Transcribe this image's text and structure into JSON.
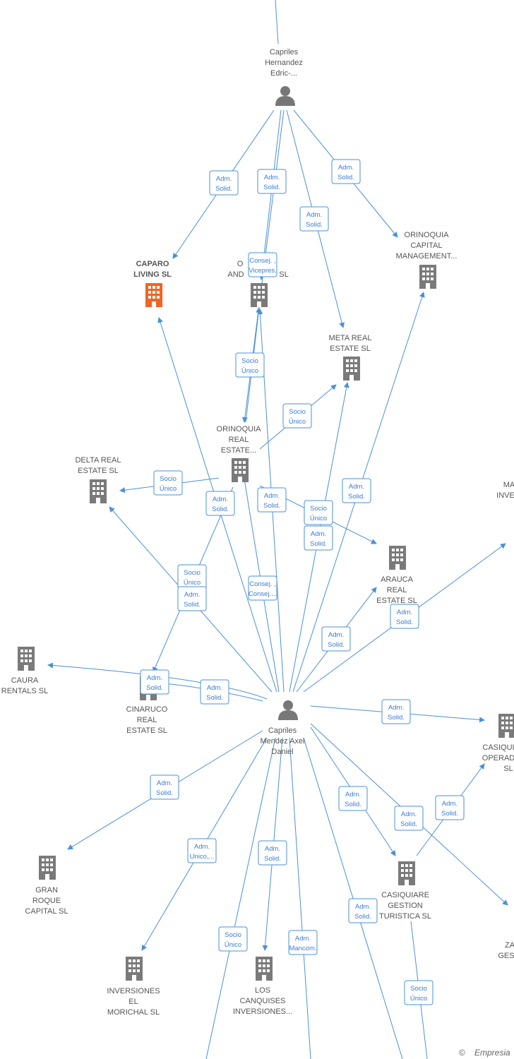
{
  "colors": {
    "edge": "#4a90d9",
    "edge_text": "#3a7bd5",
    "building": "#7a7a7a",
    "building_highlight": "#f26522",
    "person": "#777777",
    "label": "#555555"
  },
  "nodes": {
    "capriles_hernandez": {
      "type": "person",
      "lines": [
        "Capriles",
        "Hernandez",
        "Edric-..."
      ]
    },
    "capriles_mendez": {
      "type": "person",
      "lines": [
        "Capriles",
        "Mendez Axel",
        "Daniel"
      ]
    },
    "caparo": {
      "type": "company",
      "highlight": true,
      "lines": [
        "CAPARO",
        "LIVING  SL"
      ]
    },
    "orinoquia_andes": {
      "type": "company",
      "lines": [
        "O",
        "AND",
        "SL"
      ]
    },
    "orinoquia_capital": {
      "type": "company",
      "lines": [
        "ORINOQUIA",
        "CAPITAL",
        "MANAGEMENT..."
      ]
    },
    "meta_real": {
      "type": "company",
      "lines": [
        "META REAL",
        "ESTATE  SL"
      ]
    },
    "orinoquia_real": {
      "type": "company",
      "lines": [
        "ORINOQUIA",
        "REAL",
        "ESTATE..."
      ]
    },
    "delta_real": {
      "type": "company",
      "lines": [
        "DELTA REAL",
        "ESTATE SL"
      ]
    },
    "ma_inve": {
      "type": "company",
      "lines": [
        "MA",
        "INVE"
      ]
    },
    "arauca": {
      "type": "company",
      "lines": [
        "ARAUCA",
        "REAL",
        "ESTATE  SL"
      ]
    },
    "caura": {
      "type": "company",
      "lines": [
        "CAURA",
        "RENTALS  SL"
      ]
    },
    "cinaruco": {
      "type": "company",
      "lines": [
        "CINARUCO",
        "REAL",
        "ESTATE  SL"
      ]
    },
    "casiquiare_operad": {
      "type": "company",
      "lines": [
        "CASIQUI",
        "OPERAD",
        "SL"
      ]
    },
    "gran_roque": {
      "type": "company",
      "lines": [
        "GRAN",
        "ROQUE",
        "CAPITAL  SL"
      ]
    },
    "casiquiare_gestion": {
      "type": "company",
      "lines": [
        "CASIQUIARE",
        "GESTION",
        "TURISTICA SL"
      ]
    },
    "za_ges": {
      "type": "company",
      "lines": [
        "ZA",
        "GES"
      ]
    },
    "inversiones_morichal": {
      "type": "company",
      "lines": [
        "INVERSIONES",
        "EL",
        "MORICHAL  SL"
      ]
    },
    "los_canquises": {
      "type": "company",
      "lines": [
        "LOS",
        "CANQUISES",
        "INVERSIONES..."
      ]
    }
  },
  "edge_labels": [
    [
      "Adm.",
      "Solid."
    ],
    [
      "Adm.",
      "Solid."
    ],
    [
      "Adm.",
      "Solid."
    ],
    [
      "Adm.",
      "Solid."
    ],
    [
      "Consej. ,",
      "Vicepres."
    ],
    [
      "Socio",
      "Único"
    ],
    [
      "Socio",
      "Único"
    ],
    [
      "Socio",
      "Único"
    ],
    [
      "Adm.",
      "Solid."
    ],
    [
      "Adm.",
      "Solid."
    ],
    [
      "Adm.",
      "Solid."
    ],
    [
      "Socio",
      "Único"
    ],
    [
      "Adm.",
      "Solid."
    ],
    [
      "Socio",
      "Único"
    ],
    [
      "Adm.",
      "Solid."
    ],
    [
      "Consej. ,",
      "Consej...."
    ],
    [
      "Adm.",
      "Solid."
    ],
    [
      "Adm.",
      "Solid."
    ],
    [
      "Adm.",
      "Solid."
    ],
    [
      "Adm.",
      "Solid."
    ],
    [
      "Adm.",
      "Solid."
    ],
    [
      "Adm.",
      "Solid."
    ],
    [
      "Adm.",
      "Unico,..."
    ],
    [
      "Adm.",
      "Solid."
    ],
    [
      "Socio",
      "Único"
    ],
    [
      "Adm.",
      "Mancom."
    ],
    [
      "Adm.",
      "Solid."
    ],
    [
      "Adm.",
      "Solid."
    ],
    [
      "Adm.",
      "Solid."
    ],
    [
      "Adm.",
      "Solid."
    ],
    [
      "Socio",
      "Único"
    ]
  ],
  "footer": {
    "copyright": "©",
    "brand": "Empresia"
  }
}
